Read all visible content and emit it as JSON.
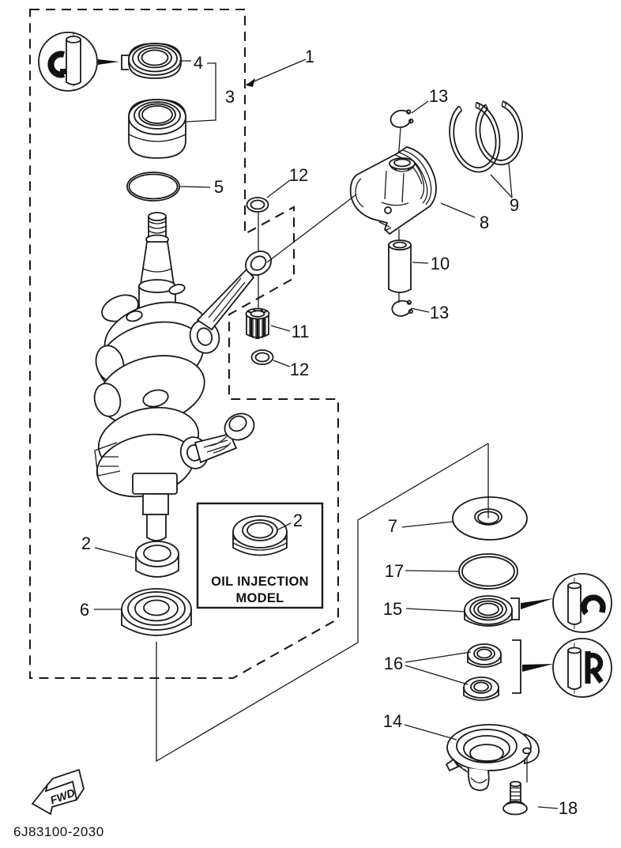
{
  "drawing": {
    "part_code": "6J83100-2030",
    "fwd_label": "FWD",
    "inset_note_line1": "OIL INJECTION",
    "inset_note_line2": "MODEL"
  },
  "callouts": {
    "c1": {
      "label": "1"
    },
    "c2_left": {
      "label": "2"
    },
    "c2_inset": {
      "label": "2"
    },
    "c3": {
      "label": "3"
    },
    "c4": {
      "label": "4"
    },
    "c5": {
      "label": "5"
    },
    "c6": {
      "label": "6"
    },
    "c7": {
      "label": "7"
    },
    "c8": {
      "label": "8"
    },
    "c9": {
      "label": "9"
    },
    "c10": {
      "label": "10"
    },
    "c11": {
      "label": "11"
    },
    "c12_top": {
      "label": "12"
    },
    "c12_bottom": {
      "label": "12"
    },
    "c13_top": {
      "label": "13"
    },
    "c13_bottom": {
      "label": "13"
    },
    "c14": {
      "label": "14"
    },
    "c15": {
      "label": "15"
    },
    "c16": {
      "label": "16"
    },
    "c17": {
      "label": "17"
    },
    "c18": {
      "label": "18"
    }
  },
  "colors": {
    "line": "#1a1a1a",
    "background": "#ffffff"
  }
}
